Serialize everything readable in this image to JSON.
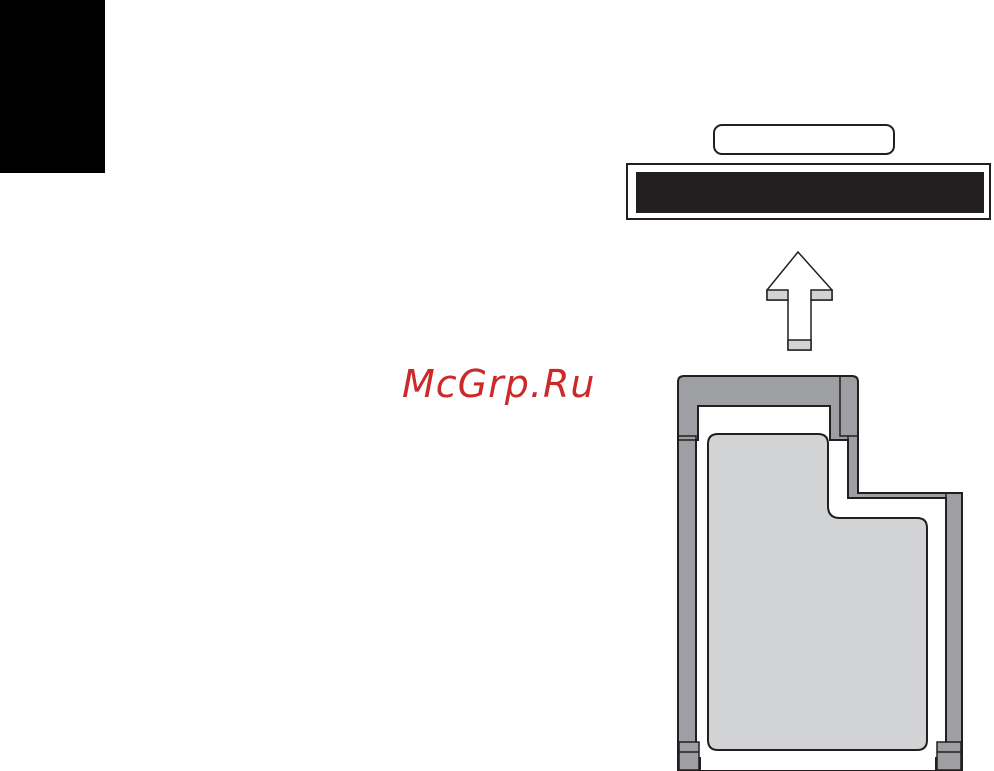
{
  "watermark": {
    "text": "McGrp.Ru",
    "color": "#cc2a2a"
  },
  "colors": {
    "tab": "#000000",
    "slot_fill": "#231f20",
    "card_frame": "#9d9fa2",
    "card_label": "#d1d3d4",
    "outline": "#231f20"
  },
  "diagram": {
    "elements": [
      "corner-tab",
      "expresscard-slot",
      "insert-direction-arrow",
      "expresscard"
    ]
  }
}
